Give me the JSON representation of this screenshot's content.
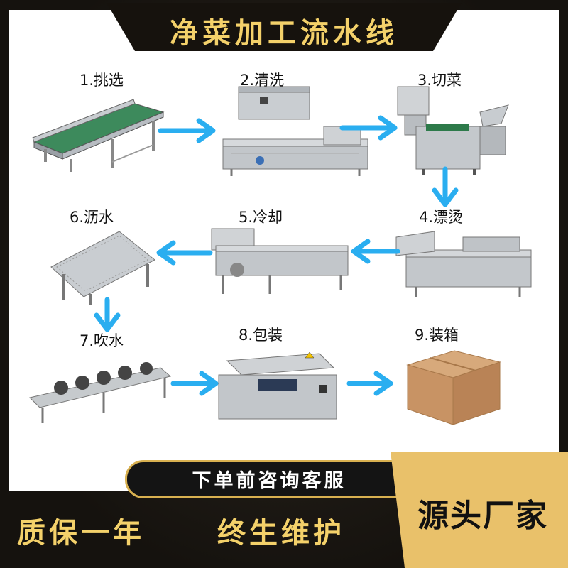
{
  "title": "净菜加工流水线",
  "steps": [
    {
      "label": "1.挑选"
    },
    {
      "label": "2.清洗"
    },
    {
      "label": "3.切菜"
    },
    {
      "label": "4.漂烫"
    },
    {
      "label": "5.冷却"
    },
    {
      "label": "6.沥水"
    },
    {
      "label": "7.吹水"
    },
    {
      "label": "8.包装"
    },
    {
      "label": "9.装箱"
    }
  ],
  "footer": {
    "service": "下单前咨询客服",
    "warranty": "质保一年",
    "lifetime": "终生维护",
    "badge": "源头厂家"
  },
  "colors": {
    "accent_gold": "#f4d16a",
    "arrow_blue": "#2aaef0",
    "background_dark": "#1a1612"
  }
}
